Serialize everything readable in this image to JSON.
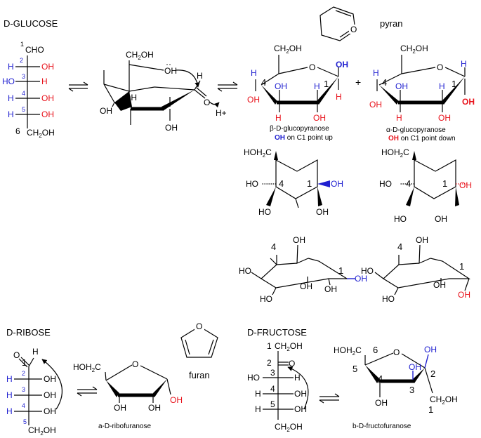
{
  "titles": {
    "glucose": "D-GLUCOSE",
    "ribose": "D-RIBOSE",
    "fructose": "D-FRUCTOSE",
    "pyran": "pyran",
    "furan": "furan"
  },
  "glucose_fischer": {
    "cho": "CHO",
    "ch2oh": "CH",
    "ch2oh_sub": "2",
    "ch2oh_end": "OH",
    "oh": "OH",
    "h": "H",
    "ho": "HO",
    "n1": "1",
    "n2": "2",
    "n3": "3",
    "n4": "4",
    "n5": "5",
    "n6": "6"
  },
  "chair": {
    "ch2oh": "CH",
    "ch2oh_sub": "2",
    "ch2oh_end": "OH",
    "oh": "OH",
    "lone_oh": "OH",
    "h": "H",
    "o": "O",
    "hplus": "H+"
  },
  "beta": {
    "name": "β-D-glucopyranose",
    "note_oh": "OH",
    "note": " on C1 point up",
    "ch2oh": "CH",
    "ch2oh_sub": "2",
    "ch2oh_end": "OH",
    "oh": "OH",
    "h": "H",
    "n4": "4",
    "n1": "1",
    "o": "O"
  },
  "plus": "+",
  "alpha": {
    "name": "α-D-glucopyranose",
    "note_oh": "OH",
    "note": " on C1 point down",
    "ch2oh": "CH",
    "ch2oh_sub": "2",
    "ch2oh_end": "OH",
    "oh": "OH",
    "h": "H",
    "n4": "4",
    "n1": "1",
    "o": "O"
  },
  "ring_beta": {
    "hoh2c": "HOH",
    "hoh2c_sub": "2",
    "hoh2c_end": "C",
    "ho": "HO",
    "oh": "OH",
    "n4": "4",
    "n1": "1"
  },
  "ring_alpha": {
    "hoh2c": "HOH",
    "hoh2c_sub": "2",
    "hoh2c_end": "C",
    "ho": "HO",
    "oh": "OH",
    "n4": "4",
    "n1": "1"
  },
  "chair2_beta": {
    "oh": "OH",
    "ho": "HO",
    "n4": "4",
    "n1": "1"
  },
  "chair2_alpha": {
    "oh": "OH",
    "ho": "HO",
    "n4": "4",
    "n1": "1"
  },
  "ribose_fischer": {
    "o": "O",
    "h": "H",
    "oh": "OH",
    "ch2oh": "CH",
    "ch2oh_sub": "2",
    "ch2oh_end": "OH",
    "n1": "1",
    "n2": "2",
    "n3": "3",
    "n4": "4",
    "n5": "5"
  },
  "ribofuranose": {
    "name": "a-D-ribofuranose",
    "hoh2c": "HOH",
    "hoh2c_sub": "2",
    "hoh2c_end": "C",
    "o": "O",
    "oh": "OH"
  },
  "fructose_fischer": {
    "ch2oh": "CH",
    "ch2oh_sub": "2",
    "ch2oh_end": "OH",
    "o": "O",
    "ho": "HO",
    "h": "H",
    "oh": "OH",
    "n1": "1",
    "n2": "2",
    "n3": "3",
    "n4": "4",
    "n5": "5"
  },
  "fructofuranose": {
    "name": "b-D-fructofuranose",
    "hoh2c": "HOH",
    "hoh2c_sub": "2",
    "hoh2c_end": "C",
    "o": "O",
    "oh": "OH",
    "ch2oh": "CH",
    "ch2oh_sub": "2",
    "ch2oh_end": "OH",
    "n1": "1",
    "n2": "2",
    "n3": "3",
    "n4": "4",
    "n5": "5",
    "n6": "6"
  },
  "colors": {
    "red": "#e8121b",
    "blue": "#1f1fd0"
  }
}
